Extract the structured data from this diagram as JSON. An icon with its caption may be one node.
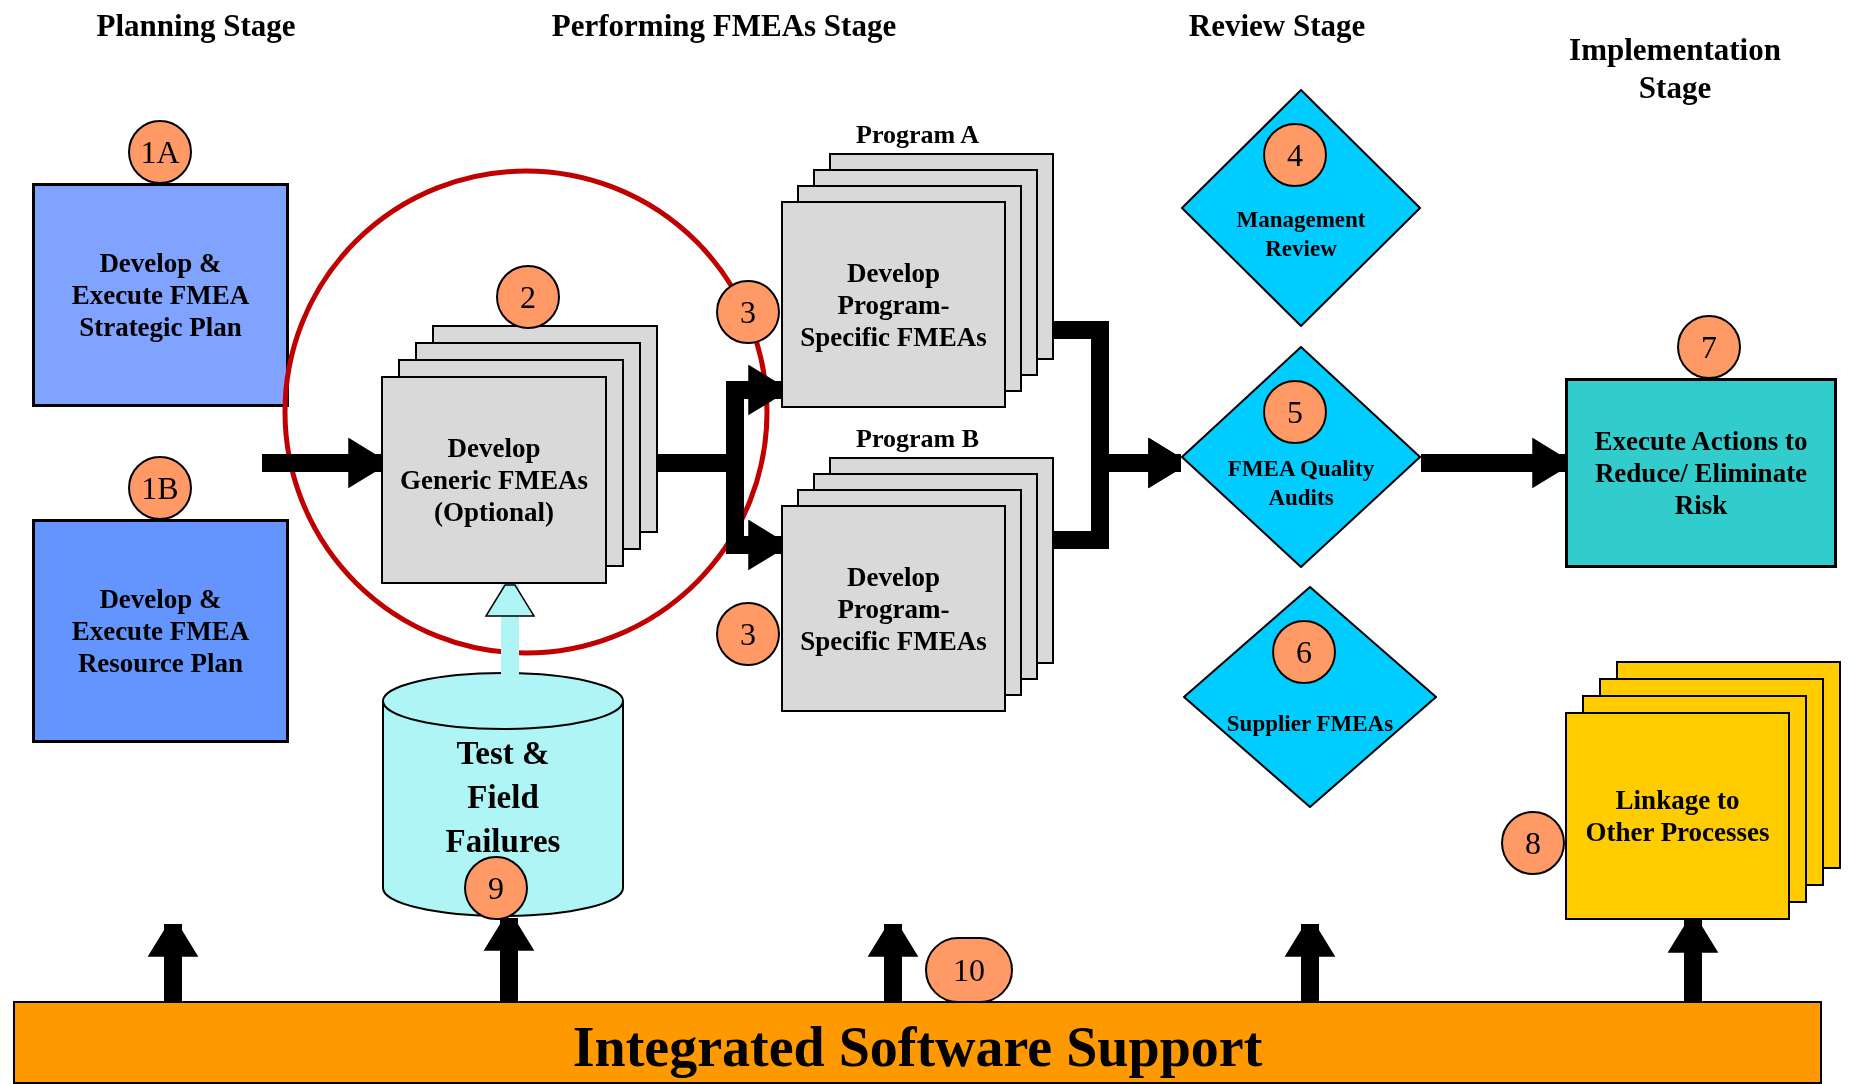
{
  "diagram": {
    "nodes": [
      {
        "text": [
          "Develop & Execute FMEA Strategic Plan"
        ],
        "beside": [
          "1A"
        ]
      },
      {
        "text": [
          "Develop & Execute FMEA Resource Plan"
        ],
        "beside": [
          "1B"
        ]
      },
      {
        "text": [
          "Develop Generic FMEAs (Optional)"
        ],
        "beside": [
          "2"
        ]
      },
      {
        "text": [
          "Program A",
          "Develop Program-Specific FMEAs"
        ],
        "beside": [
          "3"
        ]
      },
      {
        "text": [
          "Program B",
          "Develop Program-Specific FMEAs"
        ],
        "beside": [
          "3"
        ]
      },
      {
        "text": [
          "4",
          "Management Review"
        ]
      },
      {
        "text": [
          "5",
          "FMEA Quality Audits"
        ]
      },
      {
        "text": [
          "6",
          "Supplier FMEAs"
        ]
      },
      {
        "text": [
          "Execute Actions to Reduce/ Eliminate Risk"
        ],
        "beside": [
          "7"
        ]
      },
      {
        "text": [
          "Linkage to Other Processes"
        ],
        "beside": [
          "8"
        ]
      },
      {
        "text": [
          "Test & Field Failures",
          "9"
        ]
      },
      {
        "text": [
          "Integrated Software Support"
        ]
      }
    ],
    "edges": [
      {
        "from": null,
        "to": 2,
        "arrow": "to"
      },
      {
        "from": 2,
        "to": 3,
        "arrow": "to"
      },
      {
        "from": 2,
        "to": 4,
        "arrow": "to"
      },
      {
        "from": 3,
        "to": 6,
        "arrow": "to"
      },
      {
        "from": 4,
        "to": 6,
        "arrow": "to"
      },
      {
        "from": 6,
        "to": 8,
        "arrow": "to"
      },
      {
        "from": 10,
        "to": 2,
        "arrow": "to",
        "color": "#aff5f5"
      },
      {
        "from": 11,
        "to": null,
        "arrow": "to"
      },
      {
        "from": 11,
        "to": 10,
        "arrow": "to"
      },
      {
        "from": 11,
        "to": null,
        "arrow": "to"
      },
      {
        "from": 11,
        "to": null,
        "arrow": "to"
      },
      {
        "from": 11,
        "to": 9,
        "arrow": "to"
      }
    ],
    "labels": [
      "Planning Stage",
      "Performing FMEAs Stage",
      "Review Stage",
      "Implementation Stage",
      "10"
    ]
  }
}
